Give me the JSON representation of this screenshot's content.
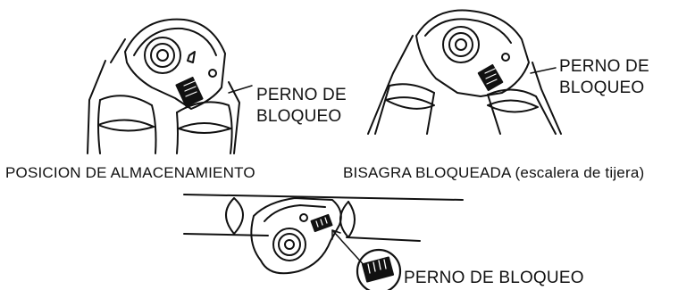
{
  "storage": {
    "caption": "POSICION DE ALMACENAMIENTO",
    "pin_label_line1": "PERNO DE",
    "pin_label_line2": "BLOQUEO"
  },
  "locked": {
    "caption": "BISAGRA BLOQUEADA (escalera de tijera)",
    "pin_label_line1": "PERNO DE",
    "pin_label_line2": "BLOQUEO"
  },
  "straight": {
    "pin_label": "PERNO DE BLOQUEO"
  },
  "colors": {
    "ink": "#111111",
    "background": "#ffffff"
  }
}
